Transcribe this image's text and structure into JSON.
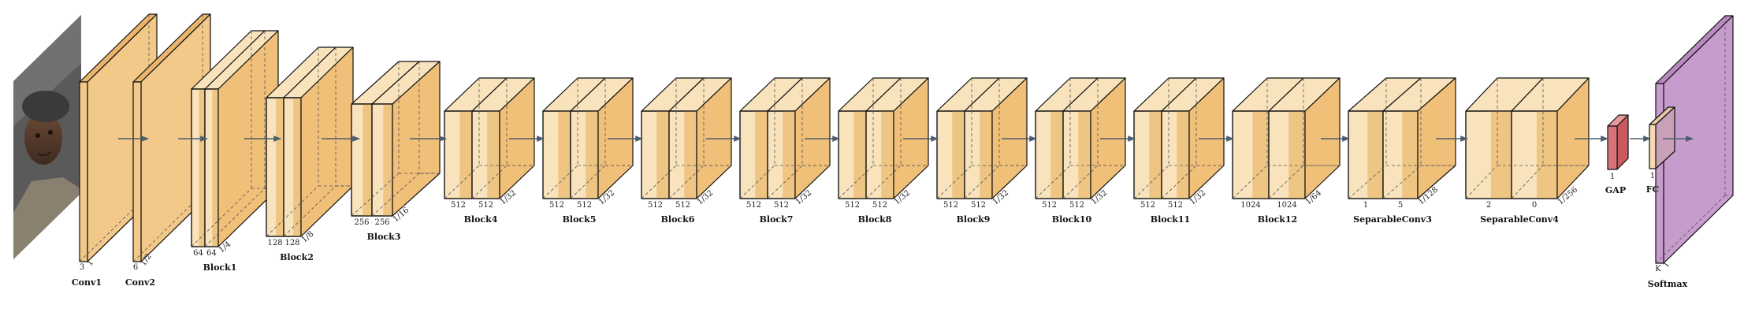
{
  "diagram": {
    "input_image": "face-photo",
    "colors": {
      "conv": "#f3c98a",
      "conv_side": "#eab56b",
      "block_front": "#f9e3bc",
      "block_band": "#efc583",
      "block_side": "#f0bf78",
      "gap": "#d9757a",
      "fc_front": "#f5d9b0",
      "fc_side": "#c8a0b8",
      "softmax": "#c69ccc",
      "arrow": "#4d5d6b"
    },
    "layers": [
      {
        "id": "conv1",
        "name": "Conv1",
        "kind": "conv",
        "bottom_label": "3",
        "depth_label": "1"
      },
      {
        "id": "conv2",
        "name": "Conv2",
        "kind": "conv",
        "bottom_label": "6",
        "depth_label": "1/2"
      },
      {
        "id": "block1",
        "name": "Block1",
        "kind": "block",
        "labels": [
          "64",
          "64"
        ],
        "depth_label": "1/4"
      },
      {
        "id": "block2",
        "name": "Block2",
        "kind": "block",
        "labels": [
          "128",
          "128"
        ],
        "depth_label": "1/8"
      },
      {
        "id": "block3",
        "name": "Block3",
        "kind": "block",
        "labels": [
          "256",
          "256"
        ],
        "depth_label": "1/16"
      },
      {
        "id": "block4",
        "name": "Block4",
        "kind": "block",
        "labels": [
          "512",
          "512"
        ],
        "depth_label": "1/32"
      },
      {
        "id": "block5",
        "name": "Block5",
        "kind": "block",
        "labels": [
          "512",
          "512"
        ],
        "depth_label": "1/32"
      },
      {
        "id": "block6",
        "name": "Block6",
        "kind": "block",
        "labels": [
          "512",
          "512"
        ],
        "depth_label": "1/32"
      },
      {
        "id": "block7",
        "name": "Block7",
        "kind": "block",
        "labels": [
          "512",
          "512"
        ],
        "depth_label": "1/32"
      },
      {
        "id": "block8",
        "name": "Block8",
        "kind": "block",
        "labels": [
          "512",
          "512"
        ],
        "depth_label": "1/32"
      },
      {
        "id": "block9",
        "name": "Block9",
        "kind": "block",
        "labels": [
          "512",
          "512"
        ],
        "depth_label": "1/32"
      },
      {
        "id": "block10",
        "name": "Block10",
        "kind": "block",
        "labels": [
          "512",
          "512"
        ],
        "depth_label": "1/32"
      },
      {
        "id": "block11",
        "name": "Block11",
        "kind": "block",
        "labels": [
          "512",
          "512"
        ],
        "depth_label": "1/32"
      },
      {
        "id": "block12",
        "name": "Block12",
        "kind": "block",
        "labels": [
          "1024",
          "1024"
        ],
        "depth_label": "1/64"
      },
      {
        "id": "sepconv3",
        "name": "SeparableConv3",
        "kind": "block",
        "labels": [
          "1",
          "5"
        ],
        "depth_label": "1/128"
      },
      {
        "id": "sepconv4",
        "name": "SeparableConv4",
        "kind": "block",
        "labels": [
          "2",
          "0"
        ],
        "depth_label": "1/256"
      },
      {
        "id": "gap",
        "name": "GAP",
        "kind": "gap",
        "bottom_label": "1"
      },
      {
        "id": "fc",
        "name": "FC",
        "kind": "fc",
        "bottom_label": "1"
      },
      {
        "id": "softmax",
        "name": "Softmax",
        "kind": "softmax",
        "bottom_label": "K",
        "depth_label": "1"
      }
    ]
  }
}
